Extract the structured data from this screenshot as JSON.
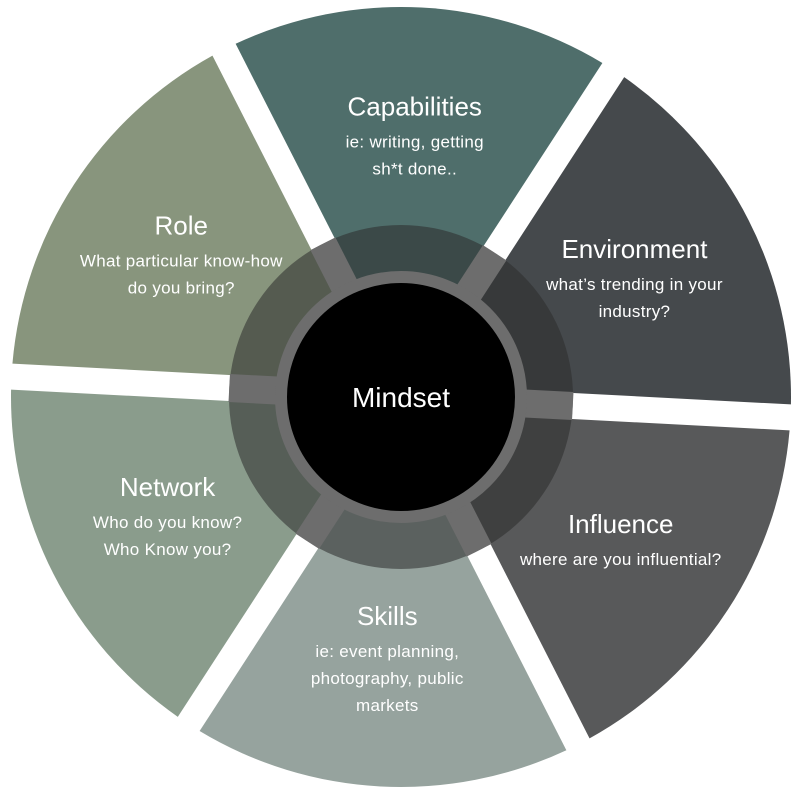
{
  "center": {
    "label": "Mindset",
    "color": "#000000"
  },
  "segments": [
    {
      "id": "capabilities",
      "title": "Capabilities",
      "lines": [
        "ie: writing, getting",
        "sh*t done.."
      ],
      "color": "#4f6e6b"
    },
    {
      "id": "environment",
      "title": "Environment",
      "lines": [
        "what’s trending in your",
        "industry?"
      ],
      "color": "#45494c"
    },
    {
      "id": "influence",
      "title": "Influence",
      "lines": [
        "where are you influential?"
      ],
      "color": "#58595a"
    },
    {
      "id": "skills",
      "title": "Skills",
      "lines": [
        "ie: event planning,",
        "photography, public",
        "markets"
      ],
      "color": "#96a39e"
    },
    {
      "id": "network",
      "title": "Network",
      "lines": [
        "Who do you know?",
        "Who Know you?"
      ],
      "color": "#8a9c8c"
    },
    {
      "id": "role",
      "title": "Role",
      "lines": [
        "What particular know-how",
        "do you bring?"
      ],
      "color": "#88957d"
    }
  ],
  "ring_color": "#6d6d6d"
}
